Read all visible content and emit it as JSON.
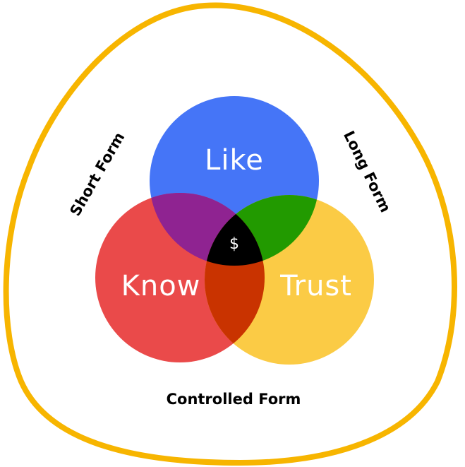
{
  "labels": {
    "short_form": "Short Form",
    "long_form": "Long Form",
    "controlled_form": "Controlled Form"
  },
  "circles": {
    "like": "Like",
    "know": "Know",
    "trust": "Trust",
    "center": "$"
  },
  "colors": {
    "outline": "#F7B500",
    "like": "#4575F7",
    "know": "#EA4A4A",
    "trust": "#FBCB45",
    "like_know": "#8F2391",
    "like_trust": "#229A00",
    "know_trust": "#C93300",
    "center": "#000000"
  }
}
